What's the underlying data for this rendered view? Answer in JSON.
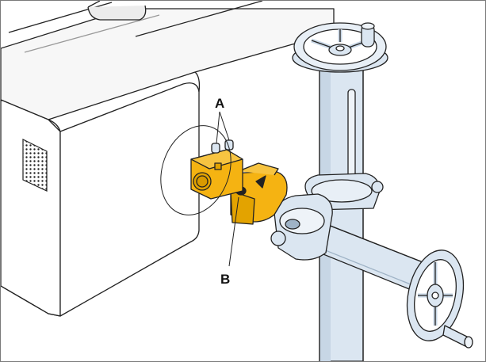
{
  "figure": {
    "callouts": [
      {
        "id": "A",
        "label": "A"
      },
      {
        "id": "B",
        "label": "B"
      }
    ]
  },
  "colors": {
    "line": "#222222",
    "metal_fill": "#dbe6f1",
    "metal_shade": "#b9cbdc",
    "yellow": "#f5b312",
    "yellow_dark": "#d99a00",
    "frame": "#7a7a7a"
  }
}
